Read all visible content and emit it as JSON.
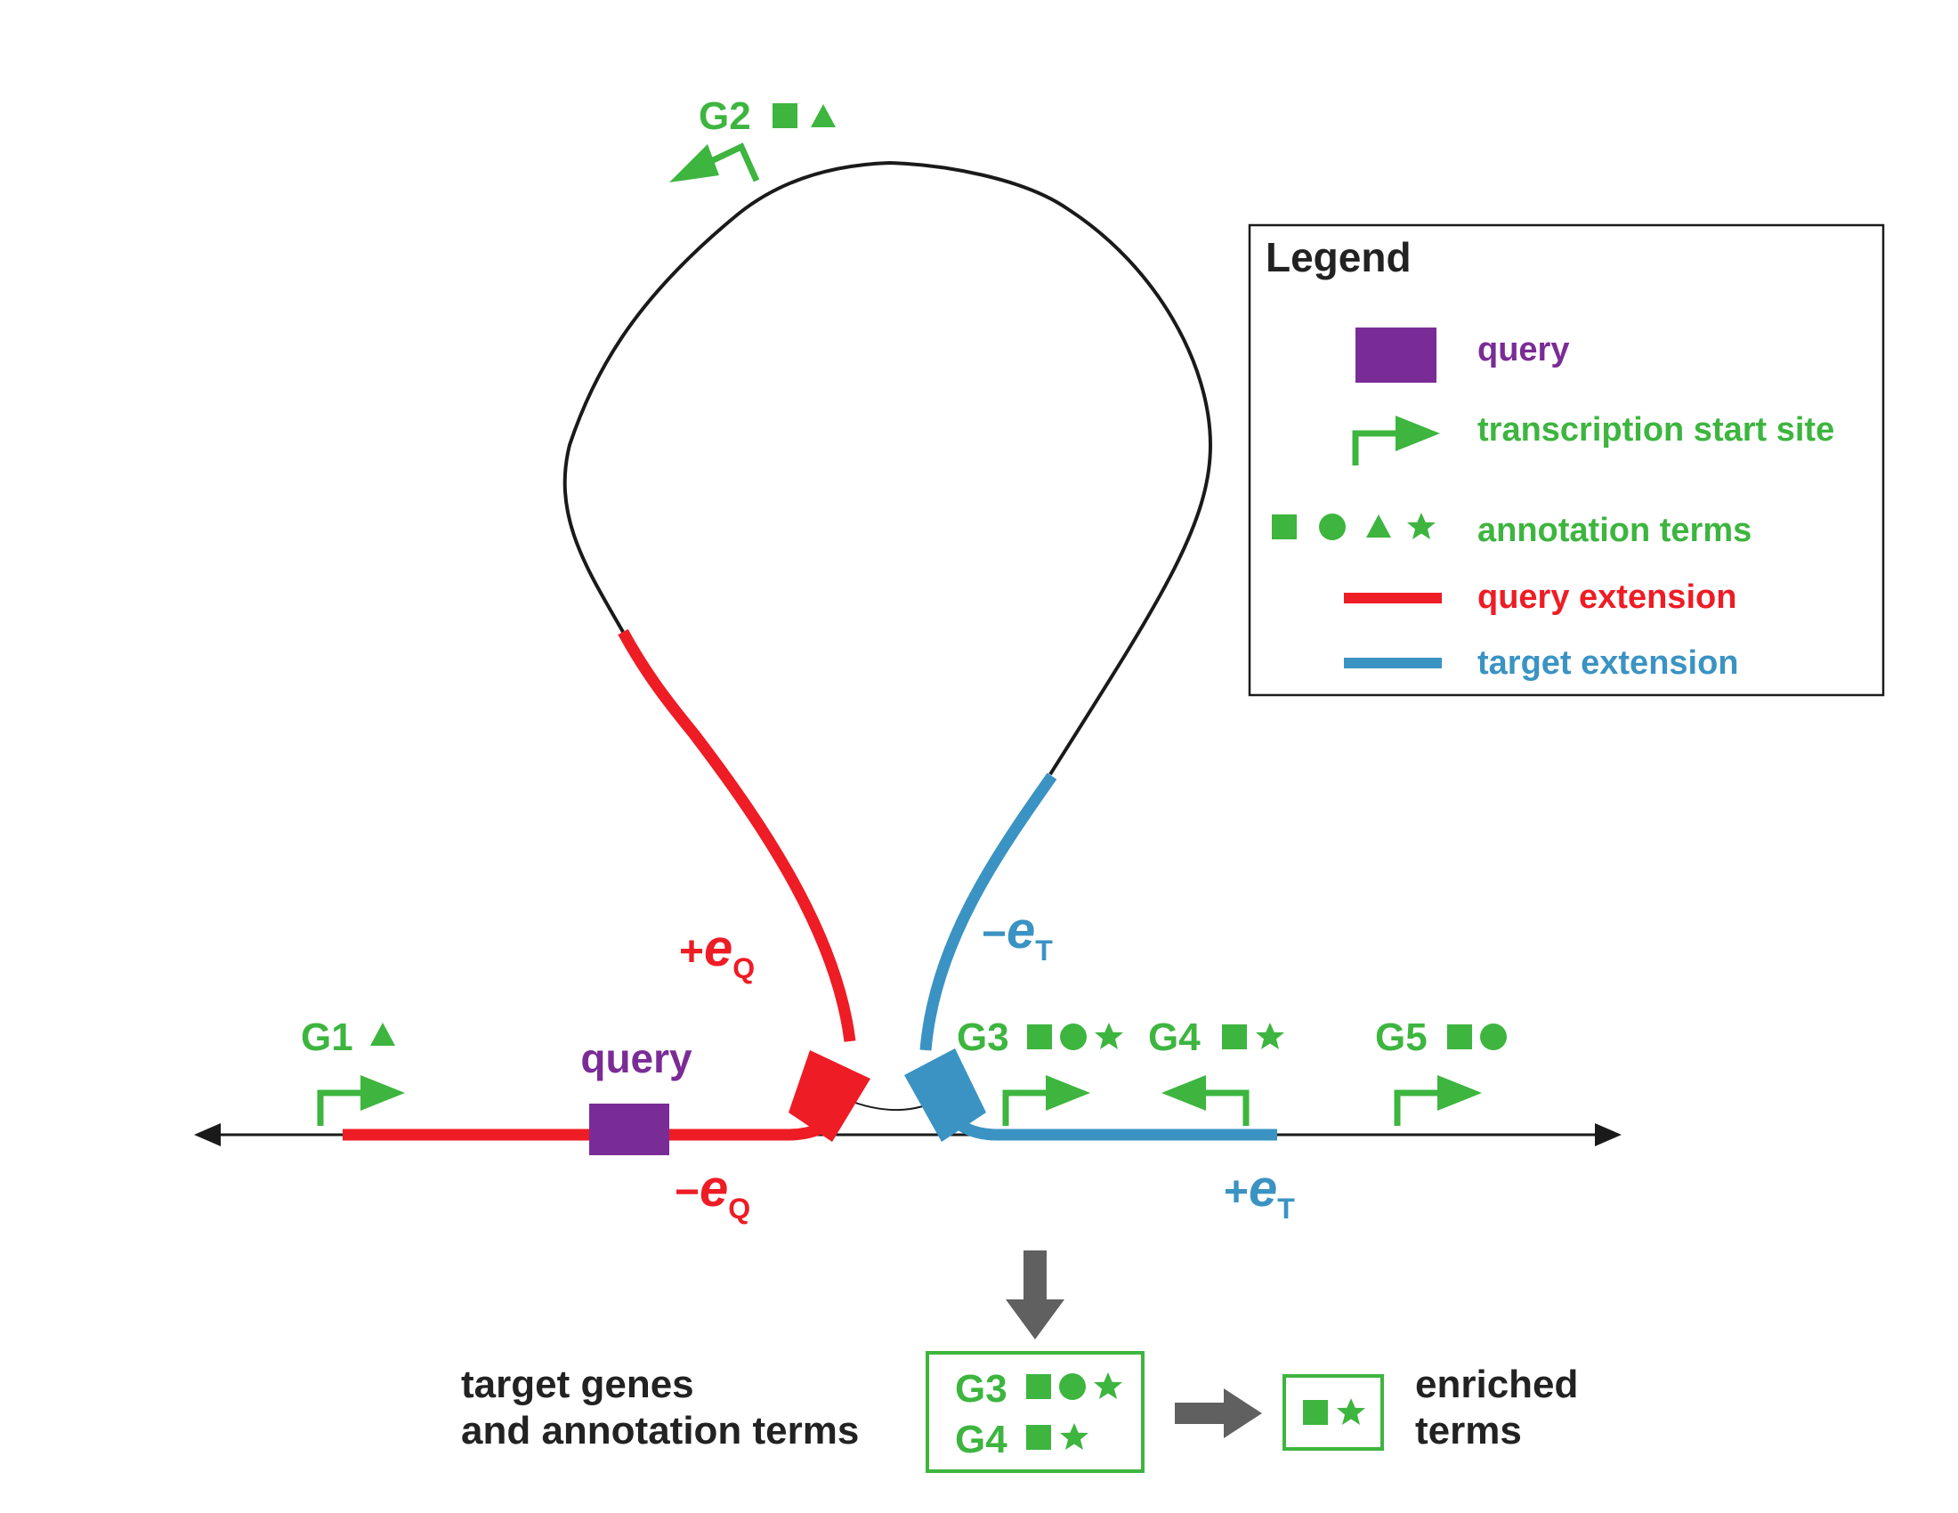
{
  "colors": {
    "green": "#3db53f",
    "purple": "#7a2c96",
    "red": "#ee1c25",
    "blue": "#3b93c3",
    "black": "#1a1a1a",
    "gray": "#606060"
  },
  "genes": {
    "g1": "G1",
    "g2": "G2",
    "g3": "G3",
    "g4": "G4",
    "g5": "G5"
  },
  "annotation_symbols": {
    "g1": [
      "triangle"
    ],
    "g2": [
      "square",
      "triangle"
    ],
    "g3": [
      "square",
      "circle",
      "star"
    ],
    "g4": [
      "square",
      "star"
    ],
    "g5": [
      "square",
      "circle"
    ]
  },
  "query_label": "query",
  "extensions": {
    "plus_eq": {
      "sign": "+",
      "letter": "e",
      "sub": "Q"
    },
    "minus_eq": {
      "sign": "−",
      "letter": "e",
      "sub": "Q"
    },
    "minus_et": {
      "sign": "−",
      "letter": "e",
      "sub": "T"
    },
    "plus_et": {
      "sign": "+",
      "letter": "e",
      "sub": "T"
    }
  },
  "legend": {
    "title": "Legend",
    "query": "query",
    "tss": "transcription start site",
    "annotation_terms": "annotation terms",
    "query_extension": "query extension",
    "target_extension": "target extension"
  },
  "bottom": {
    "targets_line1": "target genes",
    "targets_line2": "and annotation terms",
    "box_gene_1": "G3",
    "box_gene_2": "G4",
    "enriched_line1": "enriched",
    "enriched_line2": "terms"
  }
}
